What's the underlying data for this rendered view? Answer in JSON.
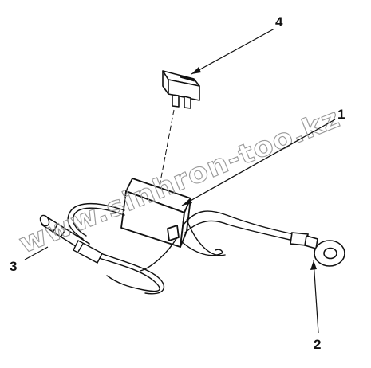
{
  "callouts": [
    {
      "id": "1",
      "label": "1"
    },
    {
      "id": "2",
      "label": "2"
    },
    {
      "id": "3",
      "label": "3"
    },
    {
      "id": "4",
      "label": "4"
    }
  ],
  "watermark": {
    "text": "www.sinhron-too.kz"
  },
  "colors": {
    "line": "#111111",
    "watermark": "#9a9a9a",
    "background": "#ffffff"
  }
}
